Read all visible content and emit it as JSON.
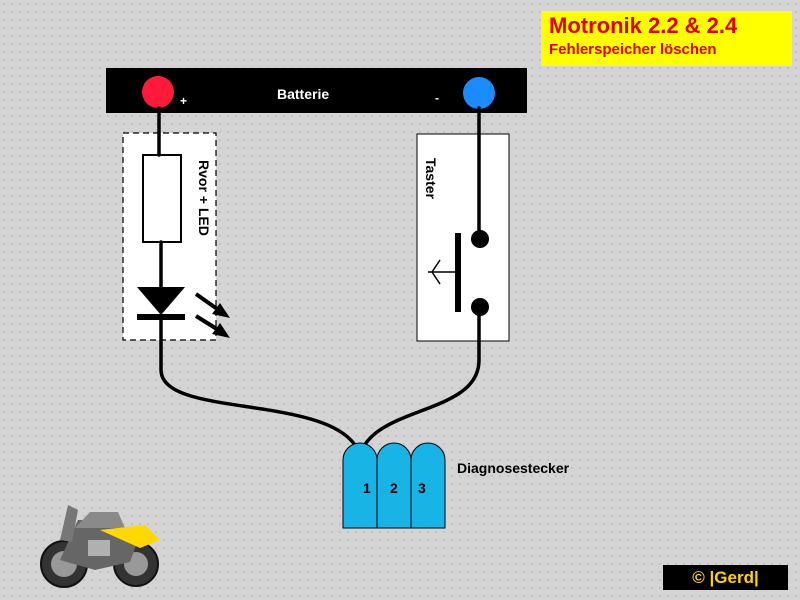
{
  "header": {
    "title": "Motronik 2.2 & 2.4",
    "subtitle": "Fehlerspeicher löschen"
  },
  "battery": {
    "label": "Batterie",
    "plus": "+",
    "minus": "-"
  },
  "led_module": {
    "label": "Rvor + LED"
  },
  "switch": {
    "label": "Taster"
  },
  "connector": {
    "label": "Diagnosestecker",
    "pins": [
      "1",
      "2",
      "3"
    ]
  },
  "copyright": {
    "text": "© |Gerd|"
  },
  "colors": {
    "title_bg": "#ffff00",
    "title_text": "#e00000",
    "plus_terminal": "#ff1a3a",
    "minus_terminal": "#1a8cff",
    "connector": "#19b4e6",
    "battery_body": "#000000"
  }
}
